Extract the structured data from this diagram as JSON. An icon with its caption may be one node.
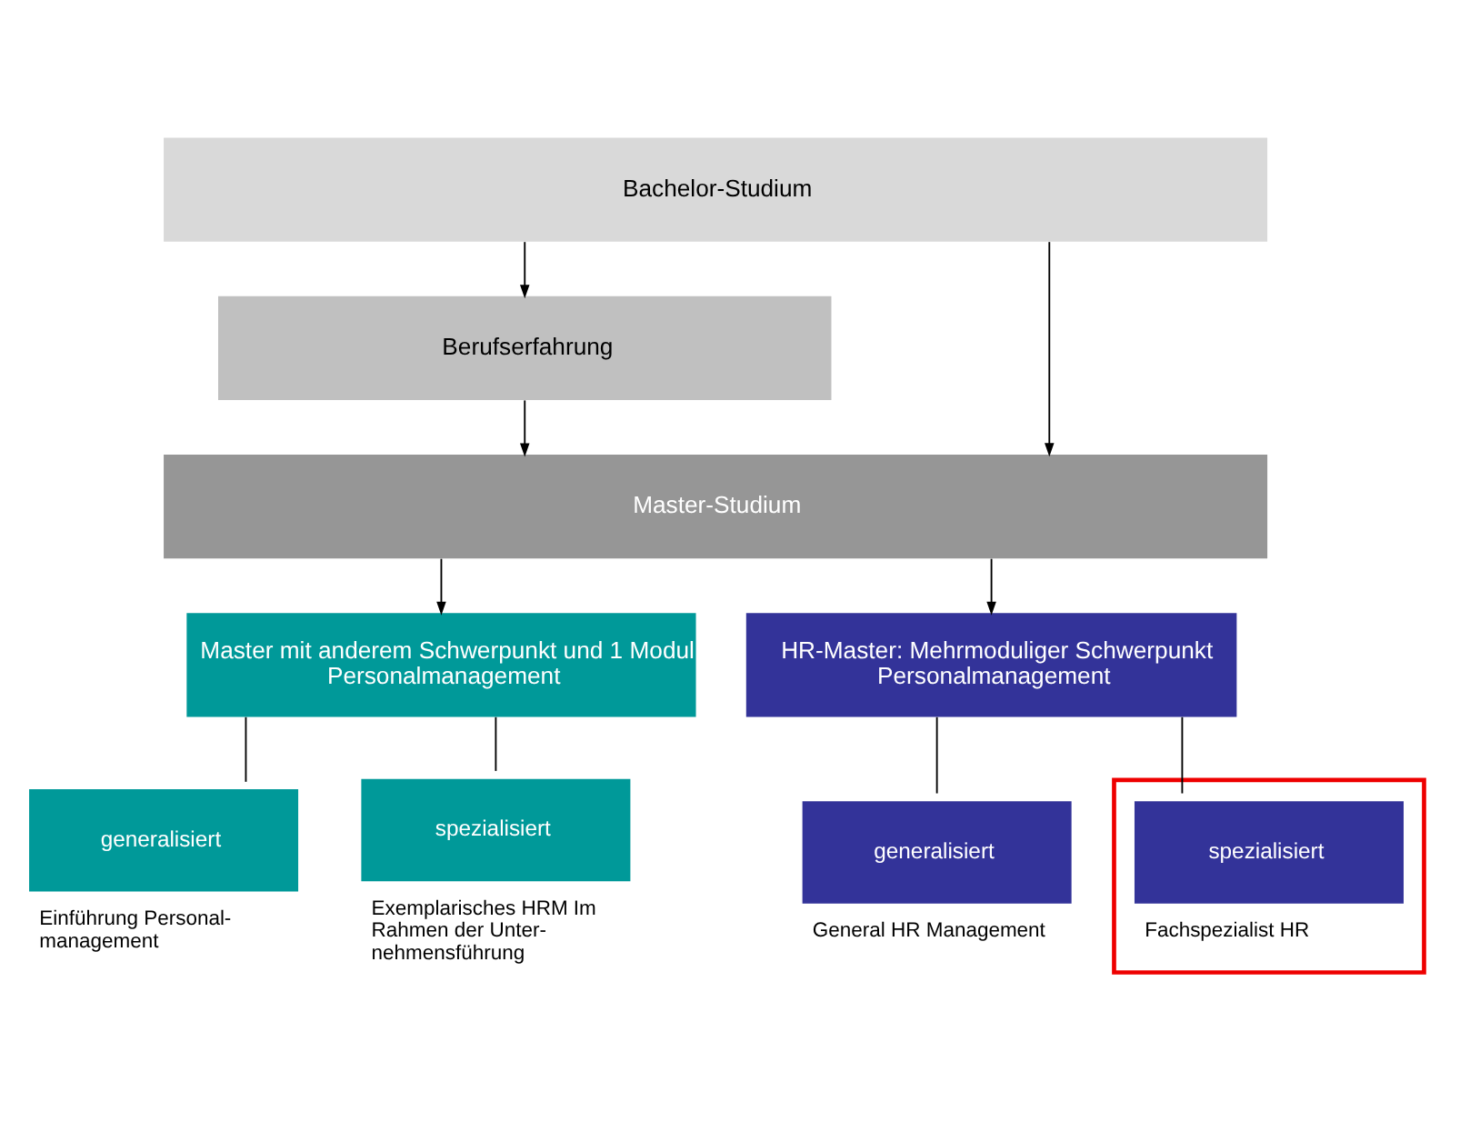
{
  "diagram": {
    "nodes": [
      {
        "text": [
          "Bachelor-Studium"
        ]
      },
      {
        "text": [
          "Berufserfahrung"
        ]
      },
      {
        "text": [
          "Master-Studium"
        ]
      },
      {
        "text": [
          "Master mit anderem Schwerpunkt und 1 Modul Personalmanagement"
        ]
      },
      {
        "text": [
          "HR-Master: Mehrmoduliger Schwerpunkt Personalmanagement"
        ]
      },
      {
        "text": [
          "generalisiert"
        ],
        "beside": [
          "Einführung Personal- management"
        ]
      },
      {
        "text": [
          "spezialisiert"
        ],
        "beside": [
          "Exemplarisches HRM Im Rahmen der Unter- nehmensführung"
        ]
      },
      {
        "text": [
          "generalisiert"
        ],
        "beside": [
          "General HR Management"
        ]
      },
      {
        "text": [],
        "shape": "box"
      },
      {
        "text": [
          "spezialisiert"
        ],
        "beside": [
          "Fachspezialist HR"
        ],
        "in": 8
      }
    ],
    "edges": [
      {
        "from": 0,
        "to": 2,
        "arrow": "to"
      },
      {
        "from": 0,
        "to": 1,
        "arrow": "to"
      },
      {
        "from": 1,
        "to": 2,
        "arrow": "to"
      },
      {
        "from": 2,
        "to": 3,
        "arrow": "to"
      },
      {
        "from": 2,
        "to": 4,
        "arrow": "to"
      },
      {
        "from": 3,
        "to": 5,
        "arrow": "none"
      },
      {
        "from": 3,
        "to": 6,
        "arrow": "none"
      },
      {
        "from": 4,
        "to": 7,
        "arrow": "none"
      },
      {
        "from": 4,
        "to": 9,
        "arrow": "none"
      }
    ]
  }
}
